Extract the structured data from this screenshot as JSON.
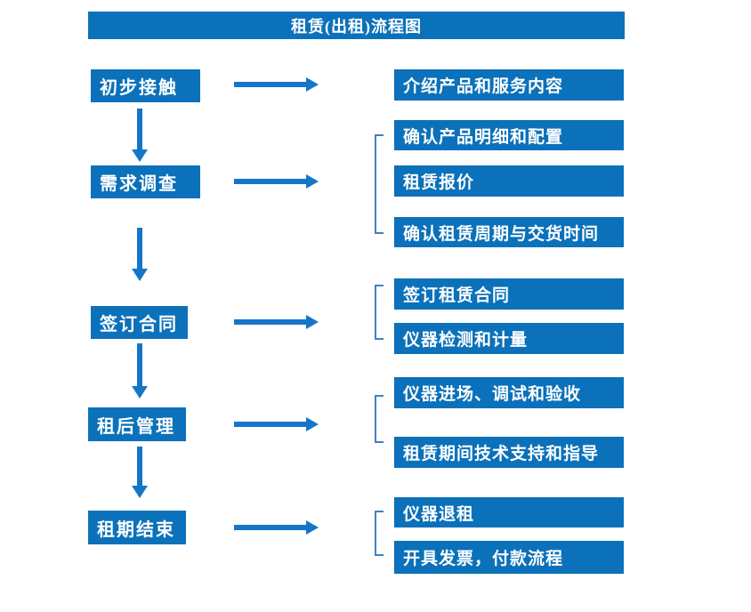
{
  "title": "租赁(出租)流程图",
  "colors": {
    "box": "#0b71ba",
    "arrow": "#1576c8",
    "bracket": "#4080c0",
    "text": "#ffffff",
    "background": "#ffffff"
  },
  "stages": [
    {
      "label": "初步接触",
      "outputs": [
        "介绍产品和服务内容"
      ]
    },
    {
      "label": "需求调查",
      "outputs": [
        "确认产品明细和配置",
        "租赁报价",
        "确认租赁周期与交货时间"
      ]
    },
    {
      "label": "签订合同",
      "outputs": [
        "签订租赁合同",
        "仪器检测和计量"
      ]
    },
    {
      "label": "租后管理",
      "outputs": [
        "仪器进场、调试和验收",
        "租赁期间技术支持和指导"
      ]
    },
    {
      "label": "租期结束",
      "outputs": [
        "仪器退租",
        "开具发票，付款流程"
      ]
    }
  ]
}
